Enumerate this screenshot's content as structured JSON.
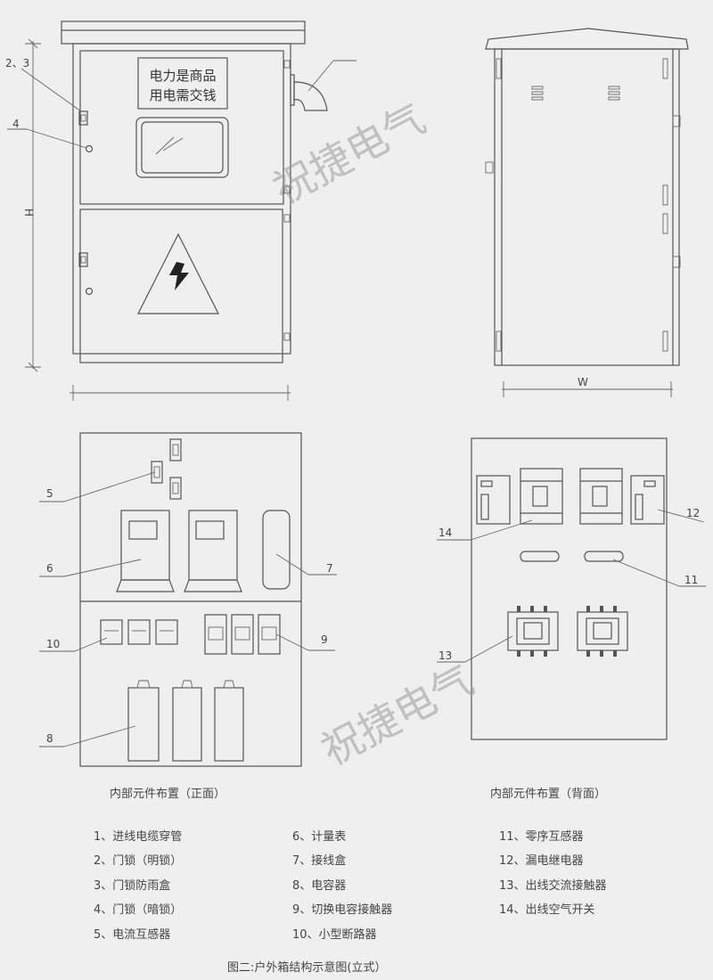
{
  "sign_lines": [
    "电力是商品",
    "用电需交钱"
  ],
  "watermark": "祝捷电气",
  "dims": {
    "height": "H",
    "width": "W"
  },
  "callouts": {
    "c23": "2、3",
    "c4": "4",
    "c5": "5",
    "c6": "6",
    "c7": "7",
    "c8": "8",
    "c9": "9",
    "c10": "10",
    "c11": "11",
    "c12": "12",
    "c13": "13",
    "c14": "14"
  },
  "captions": {
    "front": "内部元件布置（正面）",
    "back": "内部元件布置（背面）"
  },
  "legend": [
    [
      "1、进线电缆穿管",
      "2、门锁（明锁）",
      "3、门锁防雨盒",
      "4、门锁（暗锁）",
      "5、电流互感器"
    ],
    [
      "6、计量表",
      "7、接线盒",
      "8、电容器",
      "9、切换电容接触器",
      "10、小型断路器"
    ],
    [
      "11、零序互感器",
      "12、漏电继电器",
      "13、出线交流接触器",
      "14、出线空气开关"
    ]
  ],
  "figure_title": "图二:户外箱结构示意图(立式）"
}
